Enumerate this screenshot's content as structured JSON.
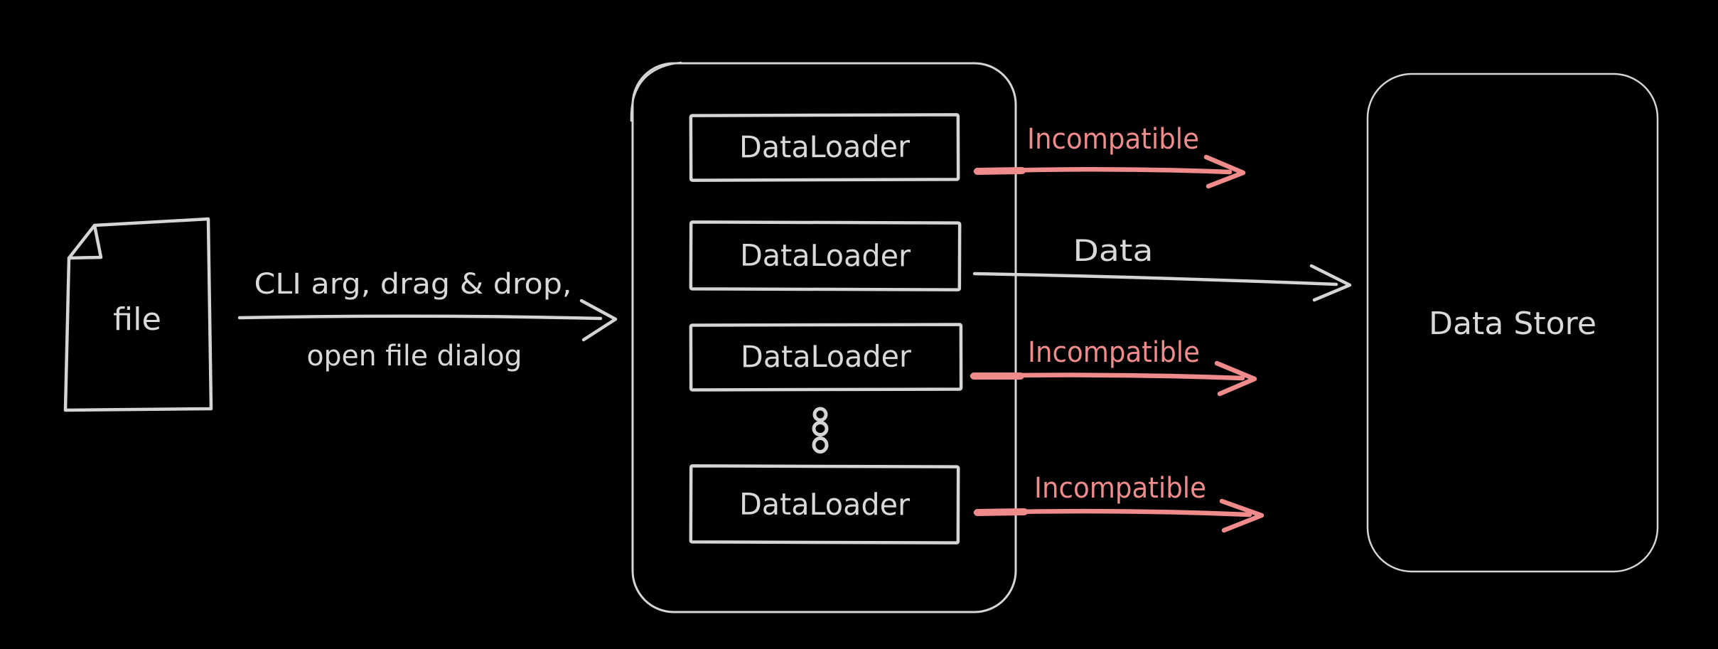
{
  "colors": {
    "background": "#000000",
    "stroke": "#d5d5d5",
    "text": "#d9d9d9",
    "incompatible": "#ef8b8b"
  },
  "file_node": {
    "label": "file"
  },
  "input_flow": {
    "caption_line1": "CLI arg, drag & drop,",
    "caption_line2": "open file dialog"
  },
  "loader_stack": {
    "items": [
      {
        "label": "DataLoader"
      },
      {
        "label": "DataLoader"
      },
      {
        "label": "DataLoader"
      },
      {
        "label": "DataLoader"
      }
    ]
  },
  "output_flows": [
    {
      "label": "Incompatible",
      "type": "incompatible"
    },
    {
      "label": "Data",
      "type": "data"
    },
    {
      "label": "Incompatible",
      "type": "incompatible"
    },
    {
      "label": "Incompatible",
      "type": "incompatible"
    }
  ],
  "data_store": {
    "label": "Data Store"
  }
}
